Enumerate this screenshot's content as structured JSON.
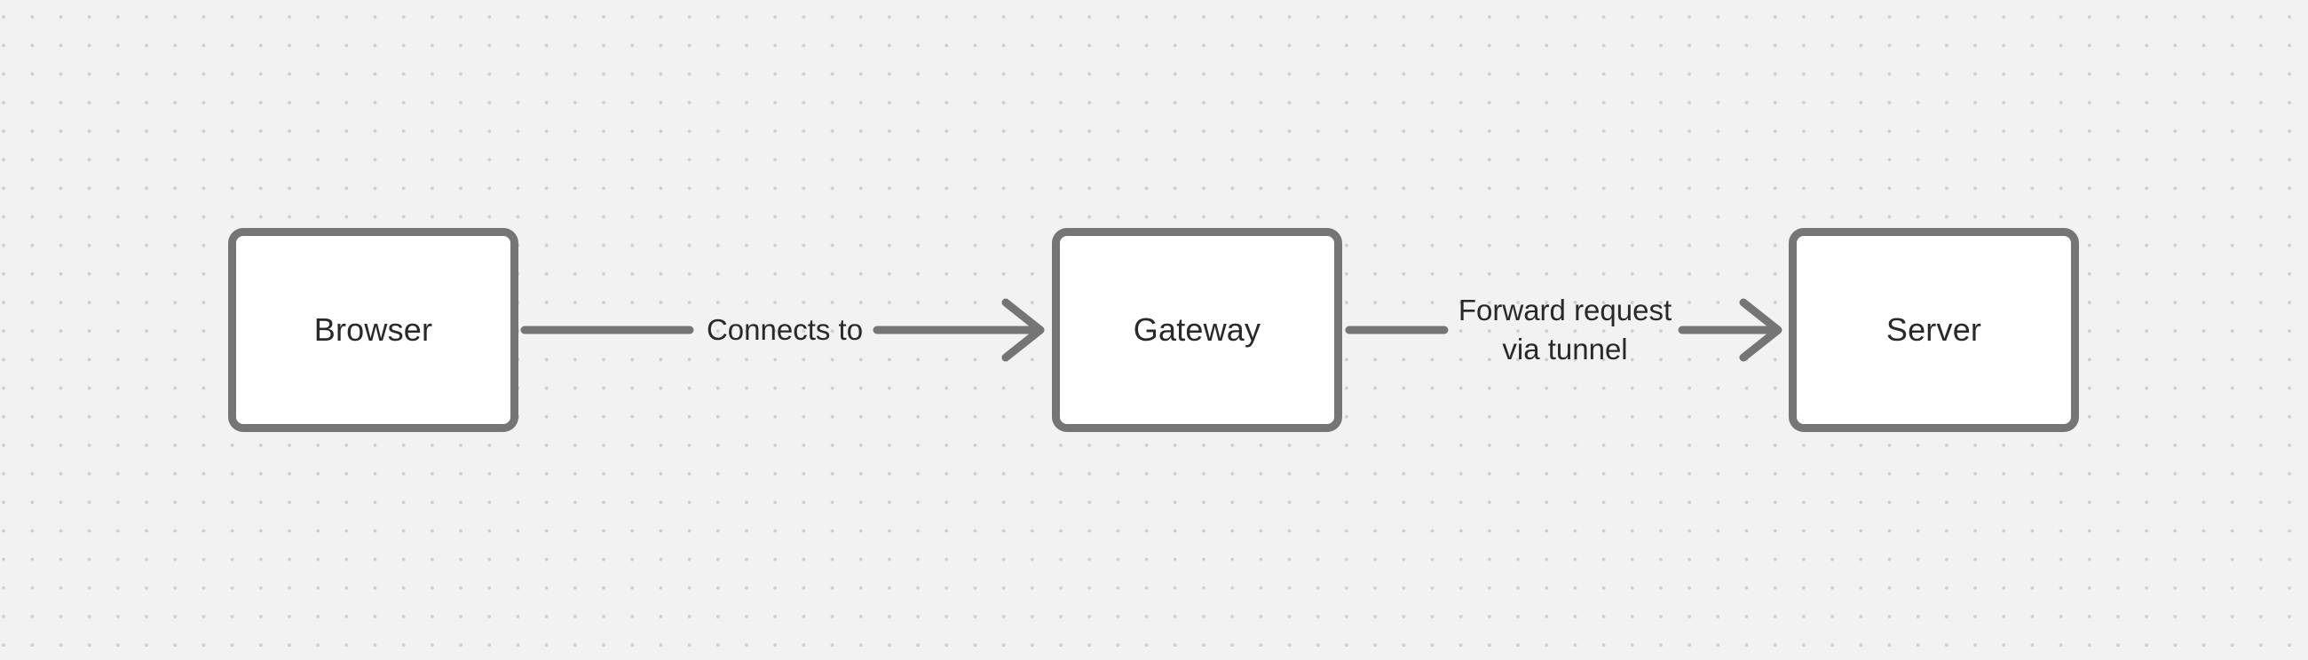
{
  "canvas": {
    "background_color": "#F2F2F2",
    "dot_color": "#CFCFCF",
    "stroke_color": "#757575",
    "text_color": "#29292C",
    "node_fill": "#FFFFFF"
  },
  "diagram": {
    "nodes": [
      {
        "id": "browser",
        "label": "Browser"
      },
      {
        "id": "gateway",
        "label": "Gateway"
      },
      {
        "id": "server",
        "label": "Server"
      }
    ],
    "edges": [
      {
        "from": "browser",
        "to": "gateway",
        "direction": "right",
        "label": "Connects to",
        "label_lines": [
          "Connects to"
        ]
      },
      {
        "from": "gateway",
        "to": "server",
        "direction": "right",
        "label": "Forward request via tunnel",
        "label_lines": [
          "Forward request",
          "via tunnel"
        ]
      }
    ]
  }
}
